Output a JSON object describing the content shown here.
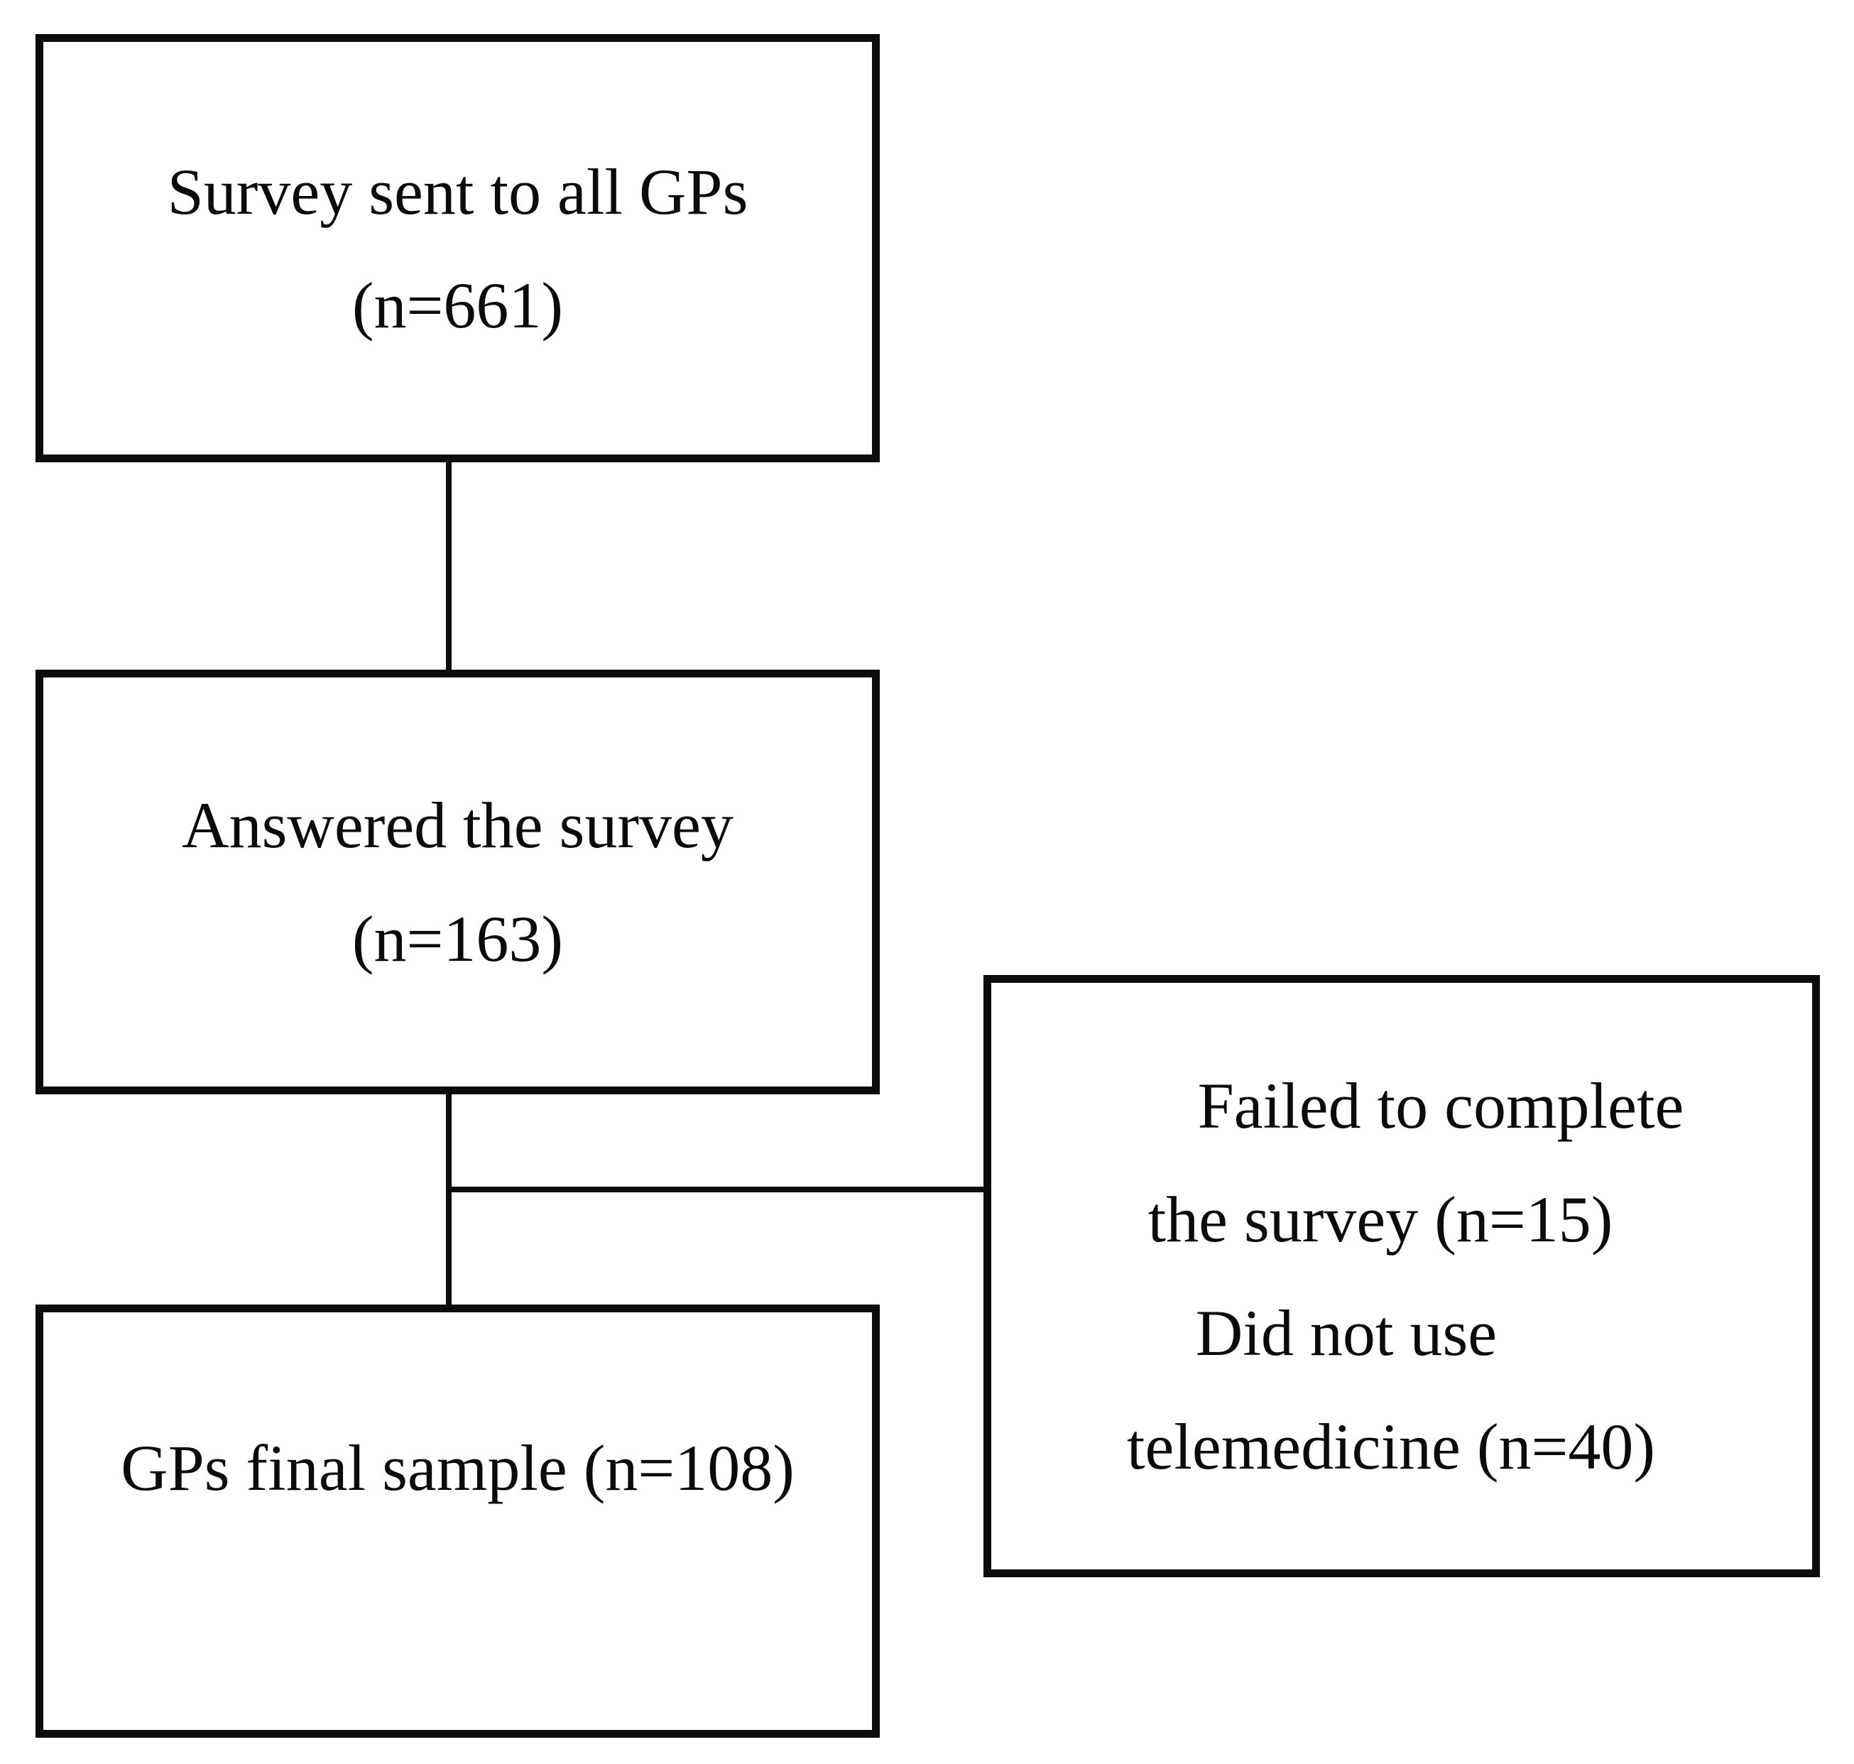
{
  "flowchart": {
    "colors": {
      "ink": "#0b0b0b",
      "background": "#ffffff"
    },
    "boxes": {
      "survey_sent": {
        "line1": "Survey sent to all GPs",
        "line2": "(n=661)"
      },
      "answered": {
        "line1": "Answered the survey",
        "line2": "(n=163)"
      },
      "final_sample": {
        "line1": "GPs final sample (n=108)"
      },
      "excluded": {
        "line1": "Failed to complete",
        "line2": "the survey (n=15)",
        "line3": "Did not use",
        "line4": "telemedicine (n=40)"
      }
    }
  }
}
